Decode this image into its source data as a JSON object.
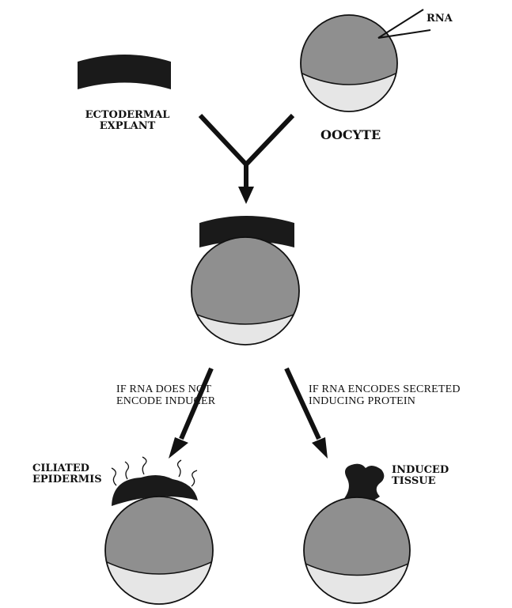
{
  "labels": {
    "rna": "RNA",
    "explant_line1": "ECTODERMAL",
    "explant_line2": "EXPLANT",
    "oocyte": "OOCYTE",
    "left_condition_line1": "IF RNA DOES NOT",
    "left_condition_line2": "ENCODE INDUCER",
    "right_condition_line1": "IF RNA ENCODES SECRETED",
    "right_condition_line2": "INDUCING PROTEIN",
    "ciliated_line1": "CILIATED",
    "ciliated_line2": "EPIDERMIS",
    "induced_line1": "INDUCED",
    "induced_line2": "TISSUE"
  },
  "colors": {
    "animal_hemisphere": "#8f8f8f",
    "vegetal_hemisphere": "#e6e6e6",
    "tissue": "#1a1a1a",
    "outline": "#111111"
  }
}
